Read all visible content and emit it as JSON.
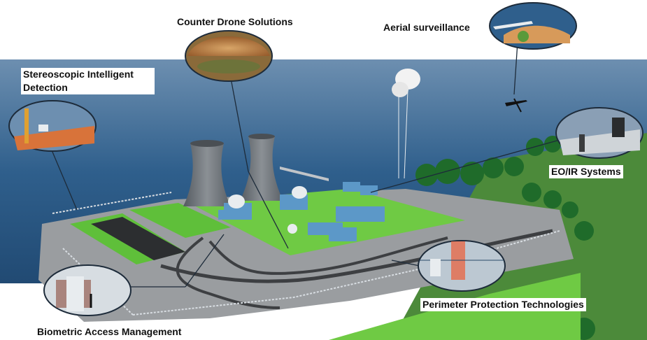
{
  "labels": {
    "counter_drone": "Counter Drone Solutions",
    "aerial": "Aerial surveillance",
    "stereo": "Stereoscopic Intelligent Detection",
    "eoir": "EO/IR Systems",
    "perimeter": "Perimeter Protection Technologies",
    "biometric": "Biometric Access Management"
  },
  "colors": {
    "sea": "#2f5f8c",
    "grass": "#5fbf3a",
    "road": "#8a8d90",
    "tower": "#6e7378",
    "building": "#5c98c8",
    "callout_line": "#1d2b3a"
  }
}
